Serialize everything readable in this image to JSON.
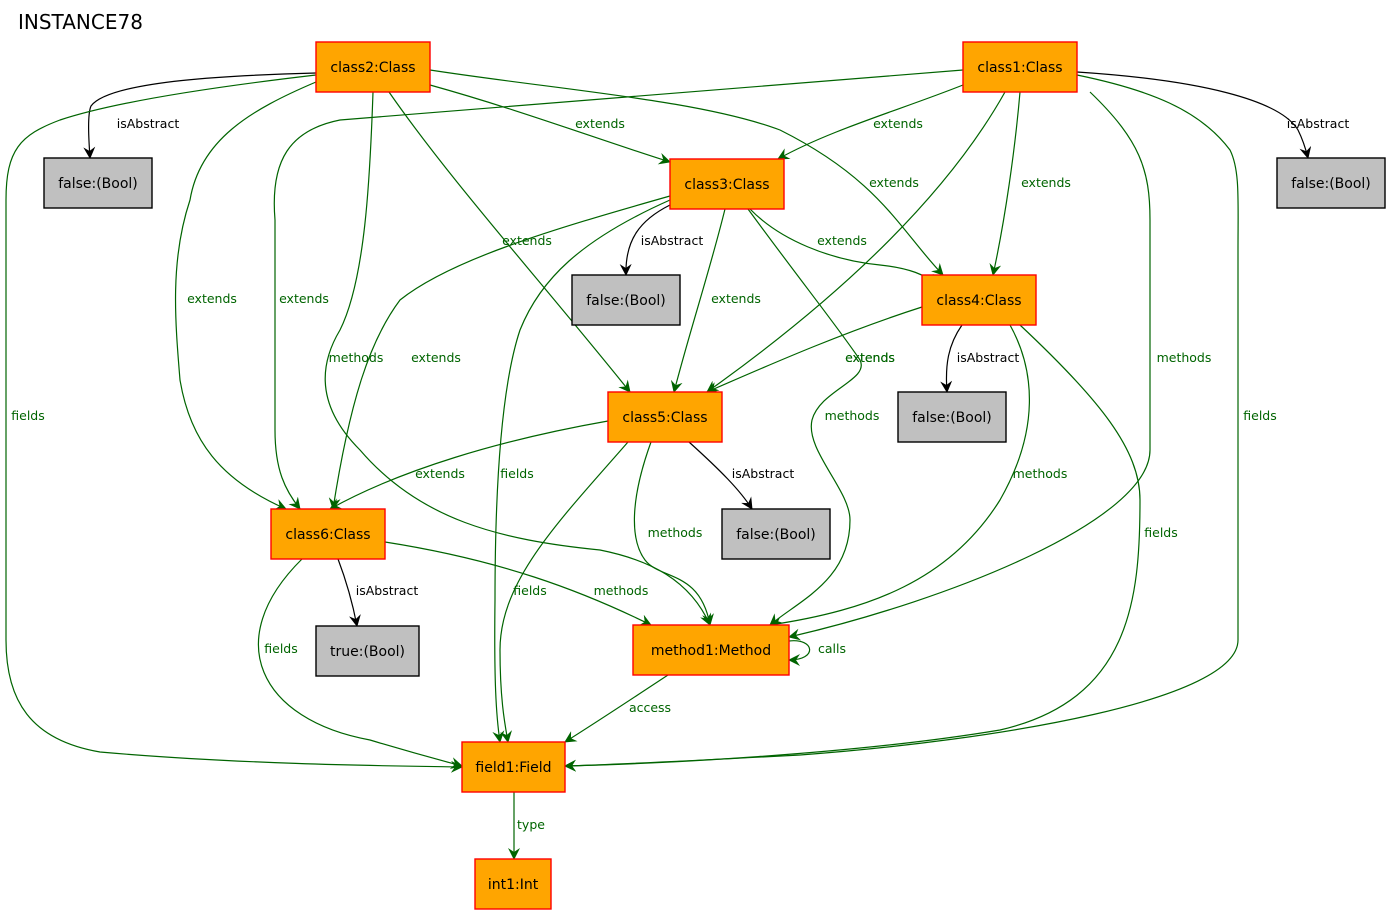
{
  "title": "INSTANCE78",
  "colors": {
    "object_fill": "#ffa500",
    "object_border": "#ff0000",
    "value_fill": "#c0c0c0",
    "value_border": "#000000",
    "reference_edge": "#006400",
    "attribute_edge": "#000000"
  },
  "nodes": [
    {
      "id": "class2",
      "label": "class2:Class",
      "kind": "object"
    },
    {
      "id": "class1",
      "label": "class1:Class",
      "kind": "object"
    },
    {
      "id": "bool_c2",
      "label": "false:(Bool)",
      "kind": "value"
    },
    {
      "id": "class3",
      "label": "class3:Class",
      "kind": "object"
    },
    {
      "id": "bool_c1",
      "label": "false:(Bool)",
      "kind": "value"
    },
    {
      "id": "bool_c3",
      "label": "false:(Bool)",
      "kind": "value"
    },
    {
      "id": "class4",
      "label": "class4:Class",
      "kind": "object"
    },
    {
      "id": "class5",
      "label": "class5:Class",
      "kind": "object"
    },
    {
      "id": "bool_c4",
      "label": "false:(Bool)",
      "kind": "value"
    },
    {
      "id": "class6",
      "label": "class6:Class",
      "kind": "object"
    },
    {
      "id": "bool_c5",
      "label": "false:(Bool)",
      "kind": "value"
    },
    {
      "id": "bool_c6",
      "label": "true:(Bool)",
      "kind": "value"
    },
    {
      "id": "method1",
      "label": "method1:Method",
      "kind": "object"
    },
    {
      "id": "field1",
      "label": "field1:Field",
      "kind": "object"
    },
    {
      "id": "int1",
      "label": "int1:Int",
      "kind": "object"
    }
  ],
  "edges": [
    {
      "id": "e-c2-abs",
      "from": "class2",
      "to": "bool_c2",
      "label": "isAbstract",
      "kind": "attribute"
    },
    {
      "id": "e-c2-fields",
      "from": "class2",
      "to": "field1",
      "label": "fields",
      "kind": "reference"
    },
    {
      "id": "e-c2-c6",
      "from": "class2",
      "to": "class6",
      "label": "extends",
      "kind": "reference"
    },
    {
      "id": "e-c2-methods",
      "from": "class2",
      "to": "method1",
      "label": "methods",
      "kind": "reference"
    },
    {
      "id": "e-c2-c5",
      "from": "class2",
      "to": "class5",
      "label": "extends",
      "kind": "reference"
    },
    {
      "id": "e-c2-c3",
      "from": "class2",
      "to": "class3",
      "label": "extends",
      "kind": "reference"
    },
    {
      "id": "e-c2-c4",
      "from": "class2",
      "to": "class4",
      "label": "extends",
      "kind": "reference"
    },
    {
      "id": "e-c1-c6",
      "from": "class1",
      "to": "class6",
      "label": "extends",
      "kind": "reference"
    },
    {
      "id": "e-c1-c3",
      "from": "class1",
      "to": "class3",
      "label": "extends",
      "kind": "reference"
    },
    {
      "id": "e-c1-c5",
      "from": "class1",
      "to": "class5",
      "label": "extends",
      "kind": "reference"
    },
    {
      "id": "e-c1-c4",
      "from": "class1",
      "to": "class4",
      "label": "extends",
      "kind": "reference"
    },
    {
      "id": "e-c1-methods",
      "from": "class1",
      "to": "method1",
      "label": "methods",
      "kind": "reference"
    },
    {
      "id": "e-c1-fields",
      "from": "class1",
      "to": "field1",
      "label": "fields",
      "kind": "reference"
    },
    {
      "id": "e-c1-abs",
      "from": "class1",
      "to": "bool_c1",
      "label": "isAbstract",
      "kind": "attribute"
    },
    {
      "id": "e-c3-abs",
      "from": "class3",
      "to": "bool_c3",
      "label": "isAbstract",
      "kind": "attribute"
    },
    {
      "id": "e-c3-c6",
      "from": "class3",
      "to": "class6",
      "label": "extends",
      "kind": "reference"
    },
    {
      "id": "e-c3-fields",
      "from": "class3",
      "to": "field1",
      "label": "fields",
      "kind": "reference"
    },
    {
      "id": "e-c3-c5",
      "from": "class3",
      "to": "class5",
      "label": "extends",
      "kind": "reference"
    },
    {
      "id": "e-c3-c4",
      "from": "class3",
      "to": "class4",
      "label": "extends",
      "kind": "reference"
    },
    {
      "id": "e-c3-methods",
      "from": "class3",
      "to": "method1",
      "label": "methods",
      "kind": "reference"
    },
    {
      "id": "e-c4-c5",
      "from": "class4",
      "to": "class5",
      "label": "extends",
      "kind": "reference"
    },
    {
      "id": "e-c4-abs",
      "from": "class4",
      "to": "bool_c4",
      "label": "isAbstract",
      "kind": "attribute"
    },
    {
      "id": "e-c4-methods",
      "from": "class4",
      "to": "method1",
      "label": "methods",
      "kind": "reference"
    },
    {
      "id": "e-c4-fields",
      "from": "class4",
      "to": "field1",
      "label": "fields",
      "kind": "reference"
    },
    {
      "id": "e-c5-c6",
      "from": "class5",
      "to": "class6",
      "label": "extends",
      "kind": "reference"
    },
    {
      "id": "e-c5-fields",
      "from": "class5",
      "to": "field1",
      "label": "fields",
      "kind": "reference"
    },
    {
      "id": "e-c5-methods",
      "from": "class5",
      "to": "method1",
      "label": "methods",
      "kind": "reference"
    },
    {
      "id": "e-c5-abs",
      "from": "class5",
      "to": "bool_c5",
      "label": "isAbstract",
      "kind": "attribute"
    },
    {
      "id": "e-c6-methods",
      "from": "class6",
      "to": "method1",
      "label": "methods",
      "kind": "reference"
    },
    {
      "id": "e-c6-abs",
      "from": "class6",
      "to": "bool_c6",
      "label": "isAbstract",
      "kind": "attribute"
    },
    {
      "id": "e-c6-fields",
      "from": "class6",
      "to": "field1",
      "label": "fields",
      "kind": "reference"
    },
    {
      "id": "e-m1-calls",
      "from": "method1",
      "to": "method1",
      "label": "calls",
      "kind": "reference"
    },
    {
      "id": "e-m1-access",
      "from": "method1",
      "to": "field1",
      "label": "access",
      "kind": "reference"
    },
    {
      "id": "e-f1-type",
      "from": "field1",
      "to": "int1",
      "label": "type",
      "kind": "reference"
    }
  ]
}
